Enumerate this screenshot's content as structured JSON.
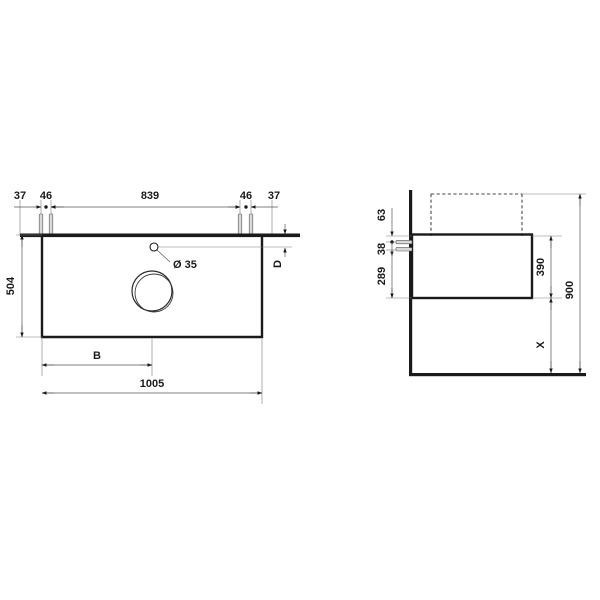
{
  "drawing": {
    "title": "Washbasin and vanity unit technical drawing",
    "background_color": "#ffffff",
    "line_color": "#1a1a1a",
    "dimension_color": "#555555"
  },
  "front_view": {
    "name": "front-view",
    "dimensions": {
      "left_edge_offset": "37",
      "left_tap_spacing": "46",
      "tap_center_span": "839",
      "right_tap_spacing": "46",
      "right_edge_offset": "37",
      "height": "504",
      "depth_marker": "D",
      "partial_width": "B",
      "total_width": "1005"
    },
    "labels": {
      "tap_hole_diameter": "Ø 35"
    }
  },
  "side_view": {
    "name": "side-view",
    "dimensions": {
      "top_overhang": "63",
      "fixing_offset": "38",
      "cabinet_height": "289",
      "unit_height": "390",
      "floor_gap": "X",
      "total_height": "900"
    }
  }
}
